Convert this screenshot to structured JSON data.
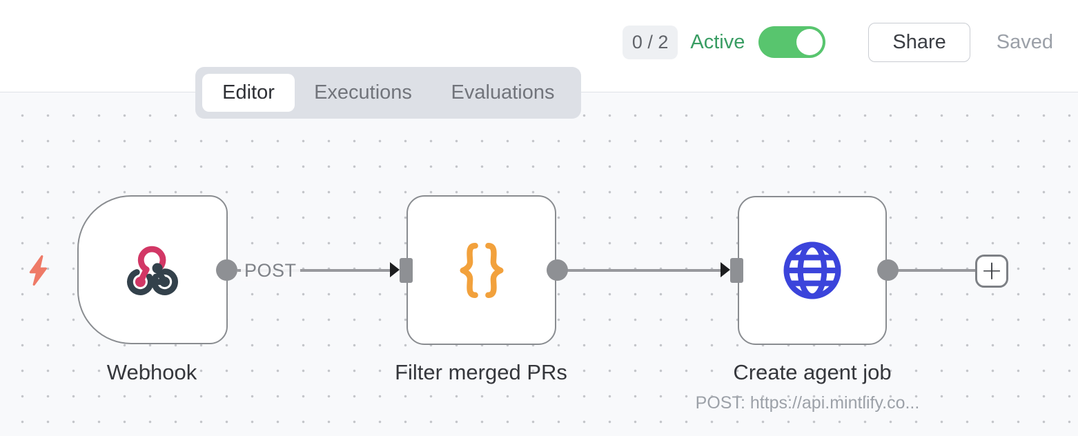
{
  "header": {
    "execution_count": "0 / 2",
    "active_label": "Active",
    "active_toggle": {
      "state": "on"
    },
    "share_label": "Share",
    "saved_label": "Saved"
  },
  "tabs": {
    "items": [
      {
        "label": "Editor",
        "active": true
      },
      {
        "label": "Executions",
        "active": false
      },
      {
        "label": "Evaluations",
        "active": false
      }
    ]
  },
  "canvas": {
    "trigger_indicator_icon": "lightning-bolt-icon",
    "nodes": [
      {
        "id": "webhook",
        "title": "Webhook",
        "shape": "trigger",
        "icon": "webhook-icon",
        "output_label": "POST"
      },
      {
        "id": "filter-merged-prs",
        "title": "Filter merged PRs",
        "icon": "curly-braces-icon"
      },
      {
        "id": "create-agent-job",
        "title": "Create agent job",
        "icon": "globe-icon",
        "subtitle": "POST: https://api.mintlify.co..."
      }
    ],
    "add_node_button": "+"
  },
  "colors": {
    "toggle_green": "#58c56e",
    "active_text_green": "#399d63",
    "webhook_pink": "#d23765",
    "webhook_slate": "#33414b",
    "braces_orange": "#f2a13c",
    "globe_blue": "#3b44db",
    "bolt_coral": "#ee7a67",
    "node_border_gray": "#898c90",
    "connector_gray": "#8e9094",
    "canvas_bg": "#f8f9fb"
  }
}
